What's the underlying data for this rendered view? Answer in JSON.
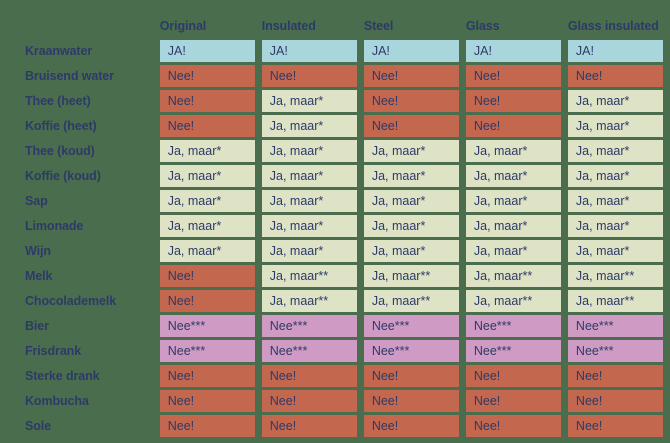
{
  "table": {
    "corner_label": "",
    "columns": [
      "Original",
      "Insulated",
      "Steel",
      "Glass",
      "Glass insulated"
    ],
    "rows": [
      {
        "label": "Kraanwater",
        "values": [
          "JA!",
          "JA!",
          "JA!",
          "JA!",
          "JA!"
        ],
        "kinds": [
          "yes",
          "yes",
          "yes",
          "yes",
          "yes"
        ]
      },
      {
        "label": "Bruisend water",
        "values": [
          "Nee!",
          "Nee!",
          "Nee!",
          "Nee!",
          "Nee!"
        ],
        "kinds": [
          "no",
          "no",
          "no",
          "no",
          "no"
        ]
      },
      {
        "label": "Thee (heet)",
        "values": [
          "Nee!",
          "Ja, maar*",
          "Nee!",
          "Nee!",
          "Ja, maar*"
        ],
        "kinds": [
          "no",
          "maybe",
          "no",
          "no",
          "maybe"
        ]
      },
      {
        "label": "Koffie (heet)",
        "values": [
          "Nee!",
          "Ja, maar*",
          "Nee!",
          "Nee!",
          "Ja, maar*"
        ],
        "kinds": [
          "no",
          "maybe",
          "no",
          "no",
          "maybe"
        ]
      },
      {
        "label": "Thee (koud)",
        "values": [
          "Ja, maar*",
          "Ja, maar*",
          "Ja, maar*",
          "Ja, maar*",
          "Ja, maar*"
        ],
        "kinds": [
          "maybe",
          "maybe",
          "maybe",
          "maybe",
          "maybe"
        ]
      },
      {
        "label": "Koffie (koud)",
        "values": [
          "Ja, maar*",
          "Ja, maar*",
          "Ja, maar*",
          "Ja, maar*",
          "Ja, maar*"
        ],
        "kinds": [
          "maybe",
          "maybe",
          "maybe",
          "maybe",
          "maybe"
        ]
      },
      {
        "label": "Sap",
        "values": [
          "Ja, maar*",
          "Ja, maar*",
          "Ja, maar*",
          "Ja, maar*",
          "Ja, maar*"
        ],
        "kinds": [
          "maybe",
          "maybe",
          "maybe",
          "maybe",
          "maybe"
        ]
      },
      {
        "label": "Limonade",
        "values": [
          "Ja, maar*",
          "Ja, maar*",
          "Ja, maar*",
          "Ja, maar*",
          "Ja, maar*"
        ],
        "kinds": [
          "maybe",
          "maybe",
          "maybe",
          "maybe",
          "maybe"
        ]
      },
      {
        "label": "Wijn",
        "values": [
          "Ja, maar*",
          "Ja, maar*",
          "Ja, maar*",
          "Ja, maar*",
          "Ja, maar*"
        ],
        "kinds": [
          "maybe",
          "maybe",
          "maybe",
          "maybe",
          "maybe"
        ]
      },
      {
        "label": "Melk",
        "values": [
          "Nee!",
          "Ja, maar**",
          "Ja, maar**",
          "Ja, maar**",
          "Ja, maar**"
        ],
        "kinds": [
          "no",
          "maybe",
          "maybe",
          "maybe",
          "maybe"
        ]
      },
      {
        "label": "Chocolademelk",
        "values": [
          "Nee!",
          "Ja, maar**",
          "Ja, maar**",
          "Ja, maar**",
          "Ja, maar**"
        ],
        "kinds": [
          "no",
          "maybe",
          "maybe",
          "maybe",
          "maybe"
        ]
      },
      {
        "label": "Bier",
        "values": [
          "Nee***",
          "Nee***",
          "Nee***",
          "Nee***",
          "Nee***"
        ],
        "kinds": [
          "purple",
          "purple",
          "purple",
          "purple",
          "purple"
        ]
      },
      {
        "label": "Frisdrank",
        "values": [
          "Nee***",
          "Nee***",
          "Nee***",
          "Nee***",
          "Nee***"
        ],
        "kinds": [
          "purple",
          "purple",
          "purple",
          "purple",
          "purple"
        ]
      },
      {
        "label": "Sterke drank",
        "values": [
          "Nee!",
          "Nee!",
          "Nee!",
          "Nee!",
          "Nee!"
        ],
        "kinds": [
          "no",
          "no",
          "no",
          "no",
          "no"
        ]
      },
      {
        "label": "Kombucha",
        "values": [
          "Nee!",
          "Nee!",
          "Nee!",
          "Nee!",
          "Nee!"
        ],
        "kinds": [
          "no",
          "no",
          "no",
          "no",
          "no"
        ]
      },
      {
        "label": "Sole",
        "values": [
          "Nee!",
          "Nee!",
          "Nee!",
          "Nee!",
          "Nee!"
        ],
        "kinds": [
          "no",
          "no",
          "no",
          "no",
          "no"
        ]
      }
    ]
  },
  "colors": {
    "background": "#4a6e4d",
    "text": "#2d3a68",
    "yes": "#a9d6dd",
    "no": "#c4674f",
    "maybe": "#dee3c6",
    "purple": "#cf9bc4"
  }
}
